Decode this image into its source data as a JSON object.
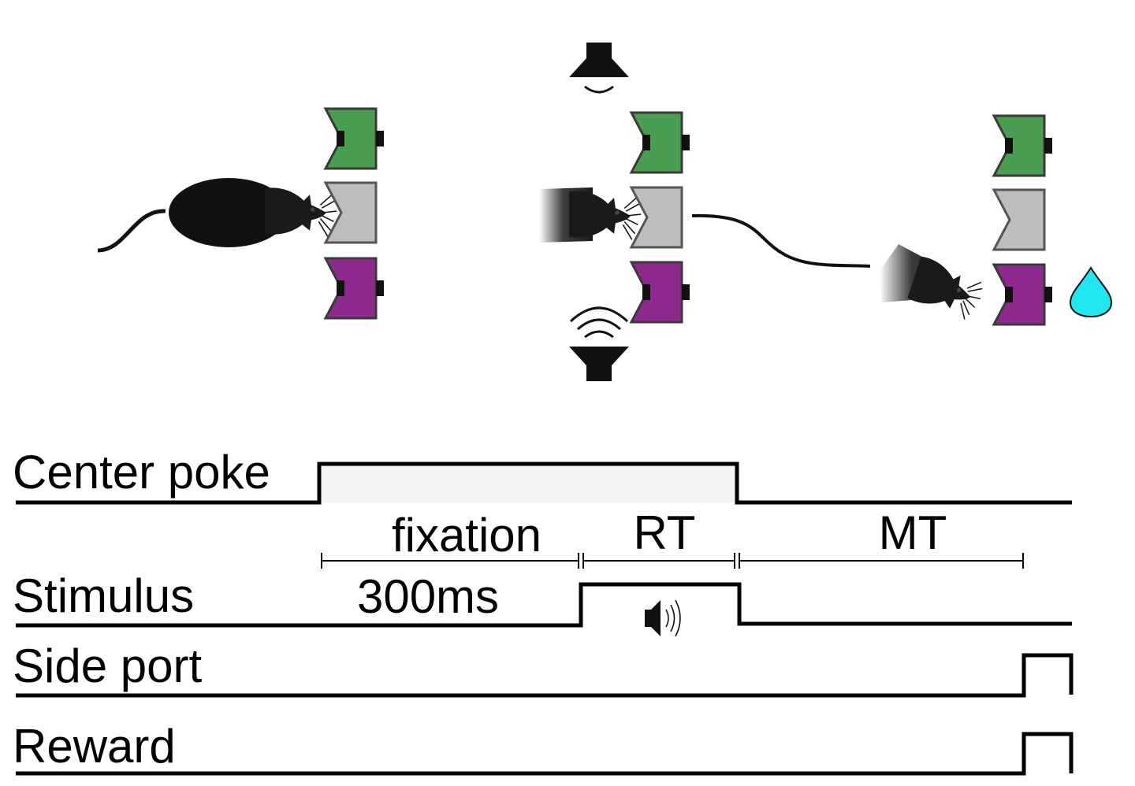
{
  "signals": {
    "center_poke": "Center poke",
    "stimulus": "Stimulus",
    "side_port": "Side port",
    "reward": "Reward"
  },
  "epochs": {
    "fixation": "fixation",
    "rt": "RT",
    "mt": "MT"
  },
  "fixation_duration": "300ms",
  "colors": {
    "left_port": "#4a9e52",
    "center_port": "#bdbdbd",
    "right_port": "#8e2a8e",
    "water_drop": "#22e6f0",
    "poke_fill": "#f3f3f3",
    "trace": "#000000"
  },
  "icons": [
    "rat-icon",
    "speaker-icon",
    "speaker-sound-icon",
    "water-drop-icon",
    "sound-icon"
  ]
}
